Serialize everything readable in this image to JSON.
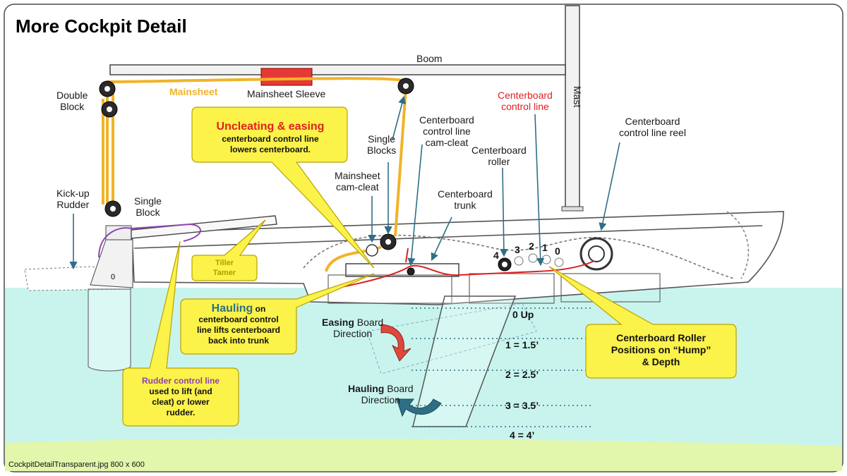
{
  "title": "More Cockpit Detail",
  "footer": "CockpitDetailTransparent.jpg 800 x 600",
  "colors": {
    "water": "#c9f4ee",
    "water_band": "#e6f7a0",
    "callout_fill": "#fbf24a",
    "callout_stroke": "#b9a300",
    "mainsheet": "#f0b429",
    "centerboard_line": "#e02020",
    "rudder_line": "#8e44ad",
    "arrow_blue": "#2f6f85",
    "arrow_red": "#e0483b"
  },
  "labels": {
    "boom": "Boom",
    "mast": "Mast",
    "double_block": [
      "Double",
      "Block"
    ],
    "mainsheet": "Mainsheet",
    "mainsheet_sleeve": "Mainsheet Sleeve",
    "single_blocks": [
      "Single",
      "Blocks"
    ],
    "kick_up_rudder": [
      "Kick-up",
      "Rudder"
    ],
    "single_block": [
      "Single",
      "Block"
    ],
    "mainsheet_cam_cleat": [
      "Mainsheet",
      "cam-cleat"
    ],
    "cb_cam_cleat": [
      "Centerboard",
      "control line",
      "cam-cleat"
    ],
    "cb_roller": [
      "Centerboard",
      "roller"
    ],
    "cb_control_line": [
      "Centerboard",
      "control line"
    ],
    "cb_reel": [
      "Centerboard",
      "control line reel"
    ],
    "cb_trunk": [
      "Centerboard",
      "trunk"
    ],
    "tiller_tamer": [
      "Tiller",
      "Tamer"
    ],
    "rudder_angle": "0",
    "easing": [
      "Easing",
      " Board",
      "Direction"
    ],
    "hauling": [
      "Hauling",
      " Board",
      "Direction"
    ]
  },
  "roller_positions": [
    "4",
    "3",
    "2",
    "1",
    "0"
  ],
  "depths": [
    "0 Up",
    "1 = 1.5’",
    "2 = 2.5’",
    "3 = 3.5’",
    "4 = 4’"
  ],
  "callouts": {
    "uncleating": {
      "head": "Uncleating & easing",
      "body": [
        "centerboard control line",
        "lowers centerboard."
      ]
    },
    "hauling": {
      "head": "Hauling",
      "head_rest": " on",
      "body": [
        "centerboard control",
        "line lifts centerboard",
        "back into trunk"
      ]
    },
    "rudder": {
      "head": "Rudder control line",
      "body": [
        "used to lift (and",
        "cleat) or lower",
        "rudder."
      ]
    },
    "roller": {
      "body": [
        "Centerboard Roller",
        "Positions on “Hump”",
        "& Depth"
      ]
    }
  }
}
